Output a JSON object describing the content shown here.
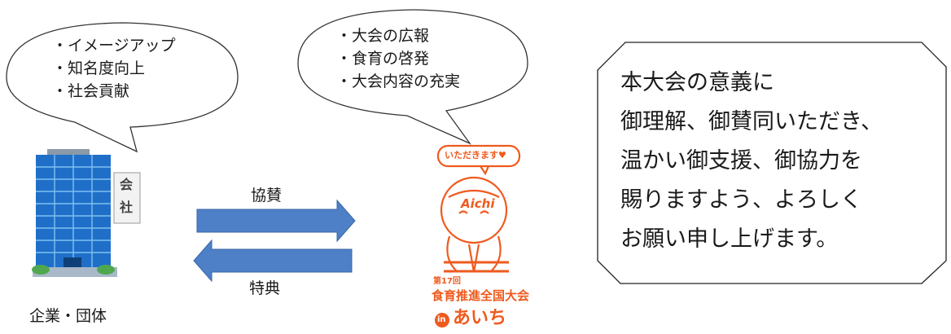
{
  "company_bubble": {
    "items": [
      "・イメージアップ",
      "・知名度向上",
      "・社会貢献"
    ]
  },
  "event_bubble": {
    "items": [
      "・大会の広報",
      "・食育の啓発",
      "・大会内容の充実"
    ]
  },
  "sponsor_label": "協賛",
  "benefit_label": "特典",
  "company_caption": "企業・団体",
  "building_sign": [
    "会",
    "社"
  ],
  "mascot": {
    "speech": "いただきます♥",
    "head_text": "Aichi",
    "edition": "第17回",
    "title": "食育推進全国大会",
    "in_mark": "in",
    "place": "あいち"
  },
  "message": {
    "lines": [
      "本大会の意義に",
      "御理解、御賛同いただき、",
      "温かい御支援、御協力を",
      "賜りますよう、よろしく",
      "お願い申し上げます。"
    ]
  },
  "colors": {
    "arrow": "#4d80c6",
    "arrow_stroke": "#3a66a8",
    "building": "#1f6fc9",
    "logo": "#ef5a1e"
  }
}
